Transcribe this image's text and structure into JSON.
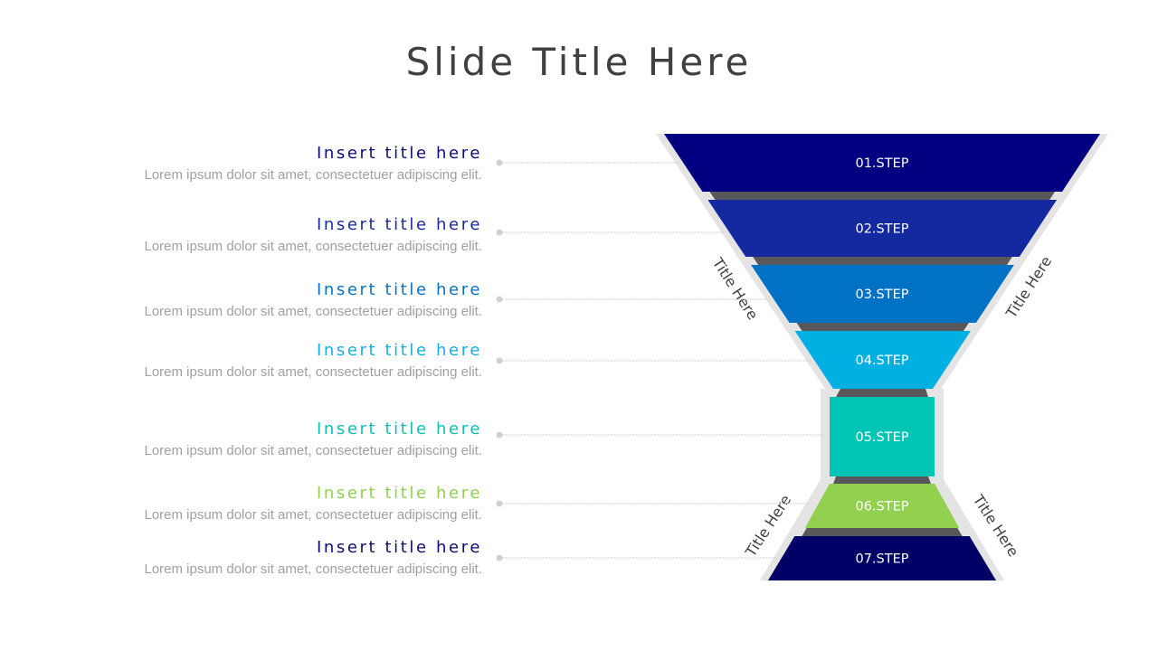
{
  "slide_title": "Slide Title Here",
  "items": [
    {
      "title": "Insert title here",
      "desc": "Lorem ipsum dolor sit amet, consectetuer adipiscing elit.",
      "color": "#0d0d80"
    },
    {
      "title": "Insert title here",
      "desc": "Lorem ipsum dolor sit amet, consectetuer adipiscing elit.",
      "color": "#1a2a9c"
    },
    {
      "title": "Insert title here",
      "desc": "Lorem ipsum dolor sit amet, consectetuer adipiscing elit.",
      "color": "#0a72c4"
    },
    {
      "title": "Insert title here",
      "desc": "Lorem ipsum dolor sit amet, consectetuer adipiscing elit.",
      "color": "#16b0e0"
    },
    {
      "title": "Insert title here",
      "desc": "Lorem ipsum dolor sit amet, consectetuer adipiscing elit.",
      "color": "#10c0b0"
    },
    {
      "title": "Insert title here",
      "desc": "Lorem ipsum dolor sit amet, consectetuer adipiscing elit.",
      "color": "#92d050"
    },
    {
      "title": "Insert title here",
      "desc": "Lorem ipsum dolor sit amet, consectetuer adipiscing elit.",
      "color": "#0d0d70"
    }
  ],
  "steps": [
    {
      "label": "01.STEP",
      "color": "#000080"
    },
    {
      "label": "02.STEP",
      "color": "#1428a0"
    },
    {
      "label": "03.STEP",
      "color": "#0072c6"
    },
    {
      "label": "04.STEP",
      "color": "#00b0e2"
    },
    {
      "label": "05.STEP",
      "color": "#00c4b4"
    },
    {
      "label": "06.STEP",
      "color": "#92d050"
    },
    {
      "label": "07.STEP",
      "color": "#000066"
    }
  ],
  "side_labels": [
    "Title Here",
    "Title Here",
    "Title Here",
    "Title Here"
  ],
  "colors": {
    "frame": "#e4e4e4",
    "divider": "#58585a",
    "connector": "#d0d0d0"
  }
}
